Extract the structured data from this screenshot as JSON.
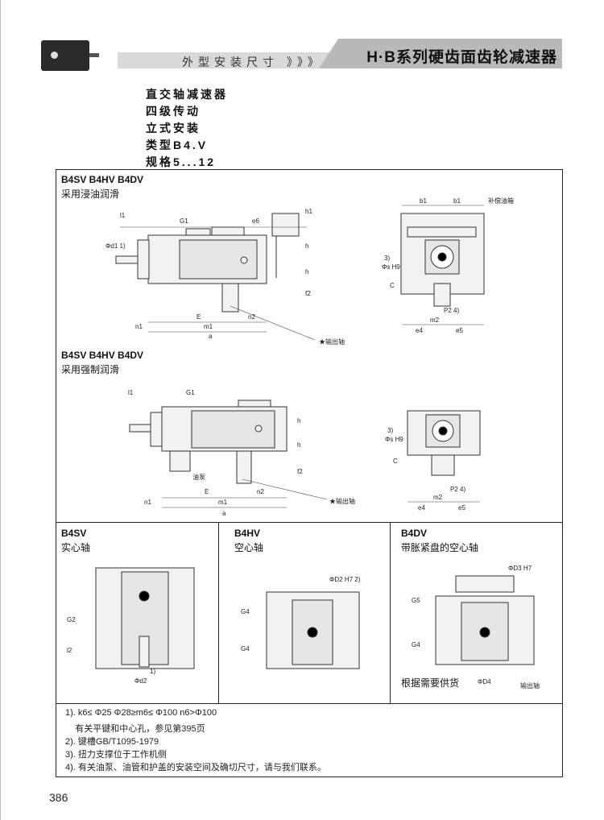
{
  "header": {
    "title": "H·B系列硬齿面齿轮减速器",
    "section": "外型安装尺寸 》》》"
  },
  "subtitle": [
    "直交轴减速器",
    "四级传动",
    "立式安装",
    "类型B4.V",
    "规格5...12"
  ],
  "panel1": {
    "models": "B4SV  B4HV  B4DV",
    "lubrication": "采用浸油润滑",
    "labels": [
      "l1",
      "G1",
      "e6",
      "h1",
      "h",
      "h",
      "f2",
      "Φd1 1)",
      "E",
      "n2",
      "n1",
      "m1",
      "a",
      "★输出轴",
      "b1",
      "b1",
      "补偿油箱",
      "3)",
      "Φs H9",
      "C",
      "P2 4)",
      "m2",
      "e4",
      "e5"
    ]
  },
  "panel2": {
    "models": "B4SV  B4HV  B4DV",
    "lubrication": "采用强制润滑",
    "labels": [
      "l1",
      "G1",
      "h",
      "h",
      "f2",
      "油泵",
      "E",
      "n2",
      "n1",
      "m1",
      "a",
      "★输出轴",
      "3)",
      "Φs H9",
      "C",
      "P2 4)",
      "m2",
      "e4",
      "e5"
    ]
  },
  "bottom": [
    {
      "model": "B4SV",
      "desc": "实心轴",
      "labels": [
        "G2",
        "l2",
        "1)",
        "Φd2"
      ]
    },
    {
      "model": "B4HV",
      "desc": "空心轴",
      "labels": [
        "ΦD2 H7 2)",
        "G4",
        "G4"
      ]
    },
    {
      "model": "B4DV",
      "desc": "带胀紧盘的空心轴",
      "labels": [
        "ΦD3 H7",
        "G5",
        "G4",
        "ΦD4"
      ],
      "note": "根据需要供货",
      "output": "输出轴"
    }
  ],
  "notes": [
    "1). k6≤ Φ25  Φ28≥m6≤ Φ100  n6>Φ100",
    "    有关平键和中心孔，参见第395页",
    "2). 键槽GB/T1095-1979",
    "3). 扭力支撑位于工作机侧",
    "4). 有关油泵、油管和护盖的安装空间及确切尺寸，请与我们联系。"
  ],
  "page_number": "386"
}
